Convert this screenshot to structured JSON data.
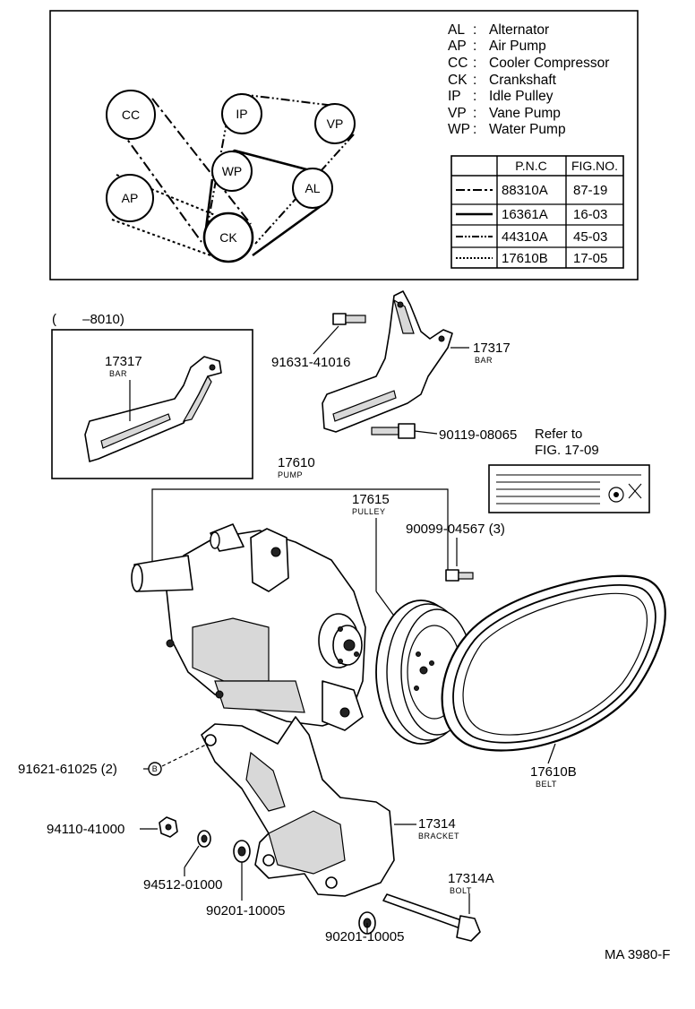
{
  "legend": [
    {
      "code": "AL",
      "name": "Alternator"
    },
    {
      "code": "AP",
      "name": "Air Pump"
    },
    {
      "code": "CC",
      "name": "Cooler Compressor"
    },
    {
      "code": "CK",
      "name": "Crankshaft"
    },
    {
      "code": "IP",
      "name": "Idle Pulley"
    },
    {
      "code": "VP",
      "name": "Vane Pump"
    },
    {
      "code": "WP",
      "name": "Water Pump"
    }
  ],
  "legend_separator": ":",
  "pulleys": {
    "cc": "CC",
    "ip": "IP",
    "vp": "VP",
    "wp": "WP",
    "al": "AL",
    "ap": "AP",
    "ck": "CK"
  },
  "belt_table": {
    "headers": [
      "P.N.C",
      "FIG.NO."
    ],
    "rows": [
      {
        "line": "dash-dot",
        "pnc": "88310A",
        "fig": "87-19"
      },
      {
        "line": "solid",
        "pnc": "16361A",
        "fig": "16-03"
      },
      {
        "line": "dash-dot-dot",
        "pnc": "44310A",
        "fig": "45-03"
      },
      {
        "line": "dotted",
        "pnc": "17610B",
        "fig": "17-05"
      }
    ]
  },
  "inset_note": "(       –8010)",
  "parts": {
    "bar_inset_no": "17317",
    "bar_inset_name": "BAR",
    "bar_no": "17317",
    "bar_name": "BAR",
    "bolt_91631": "91631-41016",
    "bolt_90119": "90119-08065",
    "refer_line1": "Refer to",
    "refer_line2": "FIG. 17-09",
    "pump_no": "17610",
    "pump_name": "PUMP",
    "pulley_no": "17615",
    "pulley_name": "PULLEY",
    "bolt_90099": "90099-04567 (3)",
    "stud_91621": "91621-61025 (2)",
    "stud_marker": "B",
    "nut_94110": "94110-41000",
    "washer_94512": "94512-01000",
    "washer_90201_a": "90201-10005",
    "washer_90201_b": "90201-10005",
    "bracket_no": "17314",
    "bracket_name": "BRACKET",
    "bolt_no": "17314A",
    "bolt_name": "BOLT",
    "belt_no": "17610B",
    "belt_name": "BELT"
  },
  "footer_code": "MA 3980-F"
}
